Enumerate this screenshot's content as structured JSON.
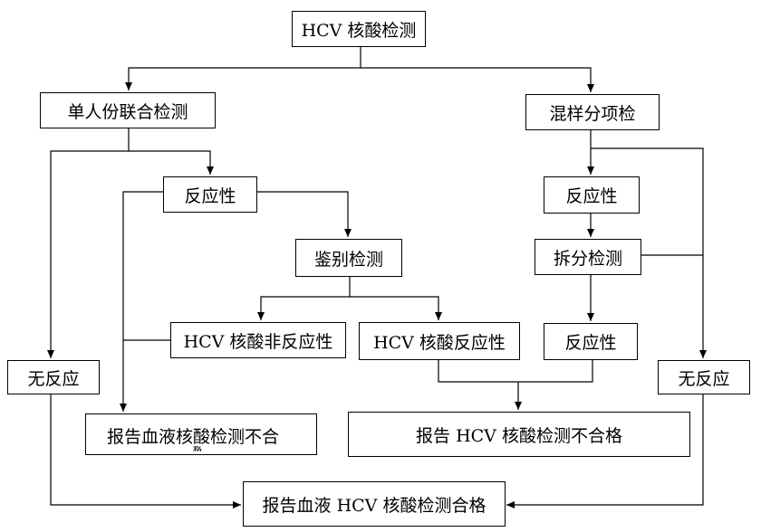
{
  "nodes": {
    "root": "HCV 核酸检测",
    "single": "单人份联合检测",
    "mixed": "混样分项检",
    "reactive_left": "反应性",
    "identify": "鉴别检测",
    "hcv_nonreactive": "HCV 核酸非反应性",
    "hcv_reactive": "HCV  核酸反应性",
    "no_reaction_left": "无反应",
    "report_unqualified_blood": "报告血液核酸检测不合",
    "report_unqualified_blood_overflow": "格",
    "reactive_right_top": "反应性",
    "split": "拆分检测",
    "reactive_right_bottom": "反应性",
    "no_reaction_right": "无反应",
    "report_unqualified_hcv": "报告 HCV 核酸检测不合格",
    "report_qualified": "报告血液 HCV 核酸检测合格"
  },
  "colors": {
    "line": "#000000",
    "box_fill": "#ffffff",
    "text": "#000000"
  }
}
